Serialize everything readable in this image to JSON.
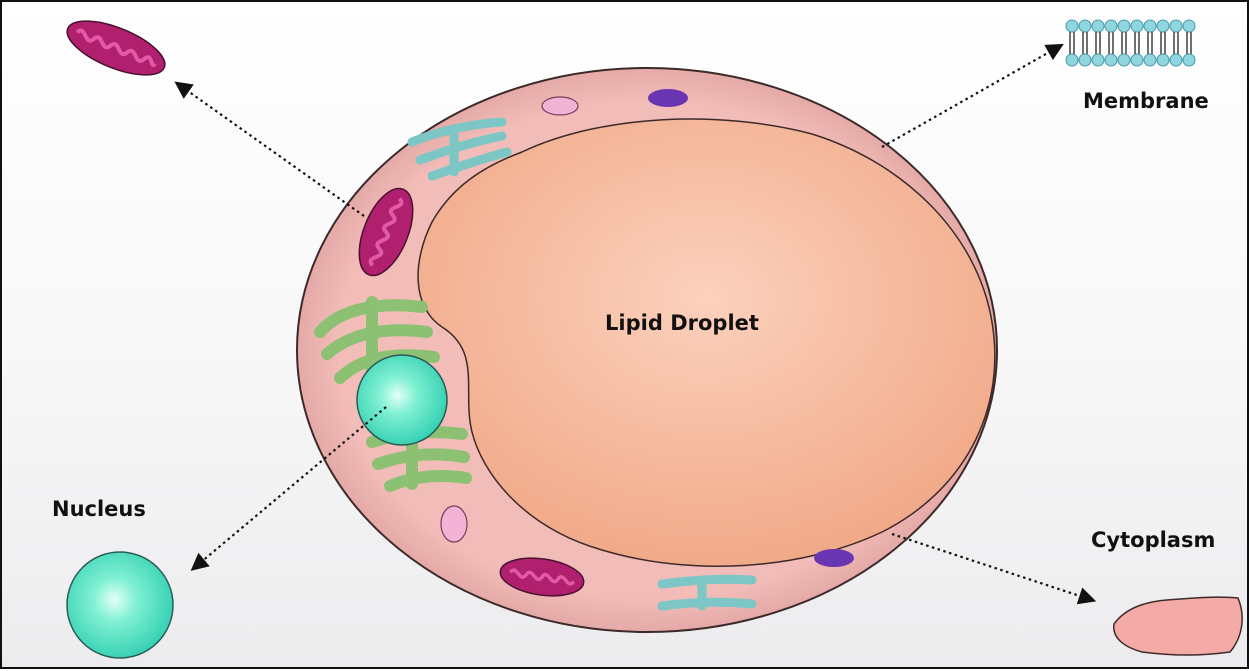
{
  "labels": {
    "lipid_droplet": "Lipid Droplet",
    "membrane": "Membrane",
    "nucleus": "Nucleus",
    "cytoplasm": "Cytoplasm"
  },
  "colors": {
    "cell_membrane": "#d9a0a0",
    "cytoplasm": "#efb8b4",
    "lipid_droplet": "#f5b28f",
    "nucleus": "#5fe8c8",
    "mitochondrion": "#b0206e",
    "golgi_green": "#8cc073",
    "er_teal": "#7cc6c6",
    "vesicle_pink": "#f2b3d6",
    "vesicle_purple": "#6a35b2"
  },
  "icons": [
    "mitochondrion-icon",
    "membrane-bilayer-icon",
    "nucleus-icon",
    "cytoplasm-icon"
  ]
}
